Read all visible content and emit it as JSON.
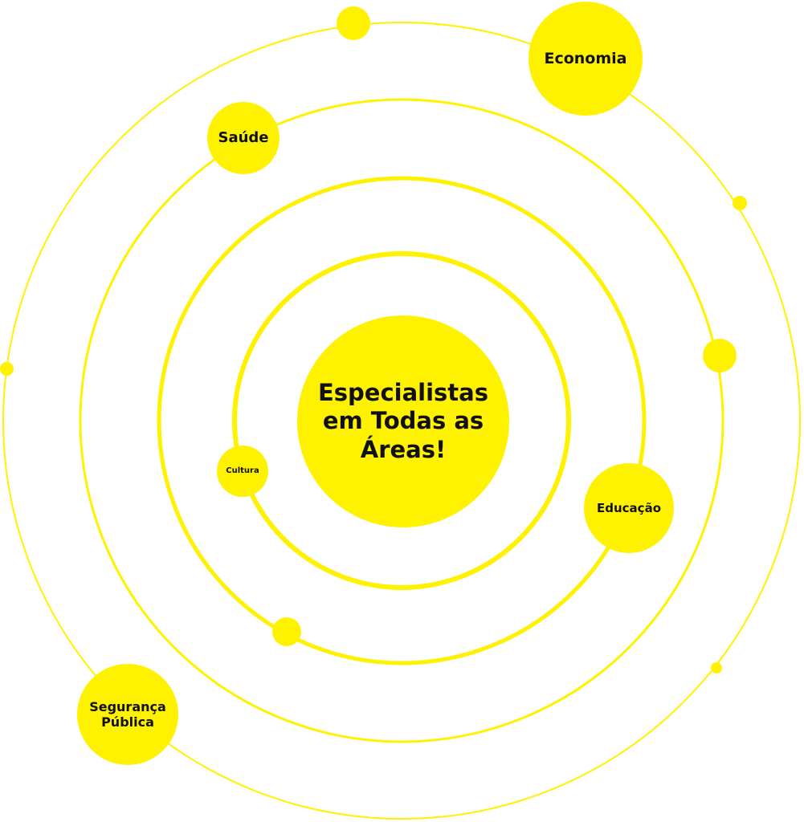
{
  "colors": {
    "accent": "#fff200",
    "text": "#111111",
    "background": "#ffffff"
  },
  "center": {
    "label": "Especialistas em Todas as Áreas!"
  },
  "topics": {
    "economia": "Economia",
    "saude": "Saúde",
    "educacao": "Educação",
    "cultura": "Cultura",
    "seguranca": "Segurança Pública"
  }
}
